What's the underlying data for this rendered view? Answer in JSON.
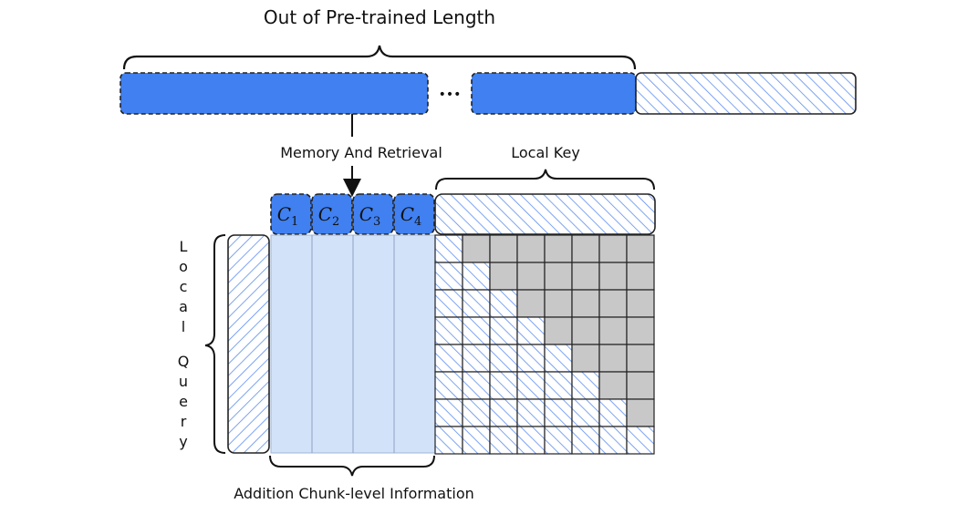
{
  "labels": {
    "title": "Out of Pre-trained Length",
    "memory": "Memory And Retrieval",
    "local_key": "Local Key",
    "local_query": [
      "L",
      "o",
      "c",
      "a",
      "l",
      "Q",
      "u",
      "e",
      "r",
      "y"
    ],
    "addition": "Addition Chunk-level Information",
    "ellipsis": "•••"
  },
  "chunks": [
    {
      "base": "C",
      "sub": "1"
    },
    {
      "base": "C",
      "sub": "2"
    },
    {
      "base": "C",
      "sub": "3"
    },
    {
      "base": "C",
      "sub": "4"
    }
  ],
  "colors": {
    "memory_blue": "#4080f0",
    "hatch_blue": "#5d8ef0",
    "light_blue": "#d2e2f9",
    "masked_gray": "#c8c8c8",
    "outline": "#222222"
  },
  "attention_mask": {
    "rows": 8,
    "cols": 8,
    "shape": "causal-lower-triangular"
  }
}
